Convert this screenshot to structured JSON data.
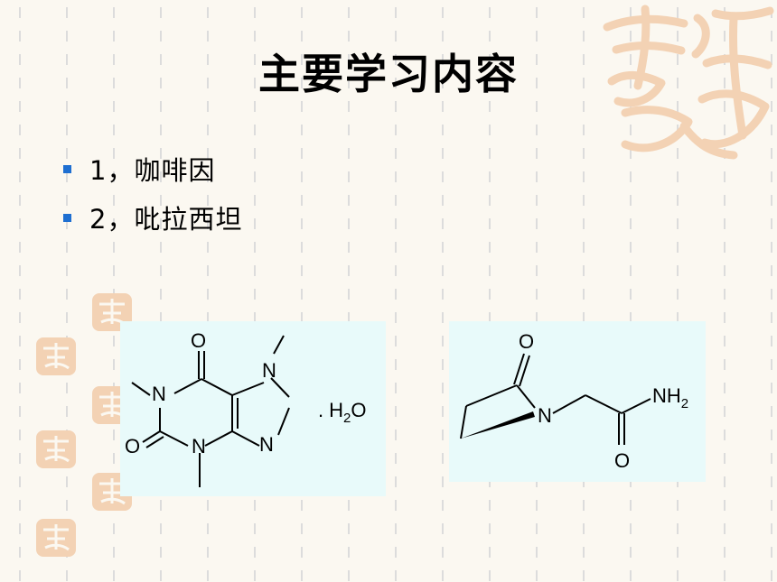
{
  "slide": {
    "title": "主要学习内容",
    "items": [
      {
        "label": "1，咖啡因"
      },
      {
        "label": "2，吡拉西坦"
      }
    ]
  },
  "colors": {
    "background": "#fbf8f1",
    "bullet": "#1e6fd1",
    "panel": "#e8fafa",
    "decoration": "#f3d2b4"
  },
  "structures": {
    "caffeine": {
      "atoms": [
        "O",
        "N",
        "N",
        "N",
        "N",
        "O"
      ],
      "suffix_dot": ".",
      "suffix_h": "H",
      "suffix_sub": "2",
      "suffix_o": "O"
    },
    "piracetam": {
      "atoms": [
        "O",
        "N",
        "O"
      ],
      "nh2_n": "NH",
      "nh2_sub": "2"
    }
  }
}
